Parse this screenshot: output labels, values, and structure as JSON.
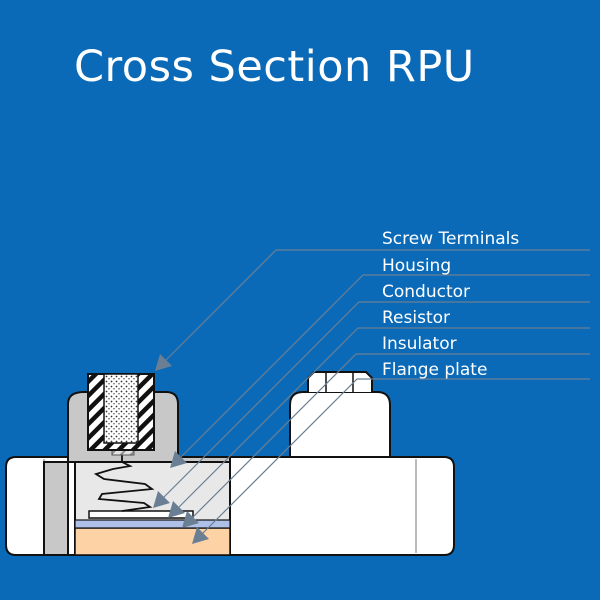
{
  "title": "Cross Section RPU",
  "labels": [
    "Screw Terminals",
    "Housing",
    "Conductor",
    "Resistor",
    "Insulator",
    "Flange plate"
  ],
  "colors": {
    "background": "#0a6ab8",
    "housing": "#ffffff",
    "terminal_body": "#c8c8c8",
    "cavity": "#e8e8e8",
    "insulator": "#aebfe8",
    "flange_plate": "#fdd2a4",
    "leader_line": "#6a7f93"
  }
}
